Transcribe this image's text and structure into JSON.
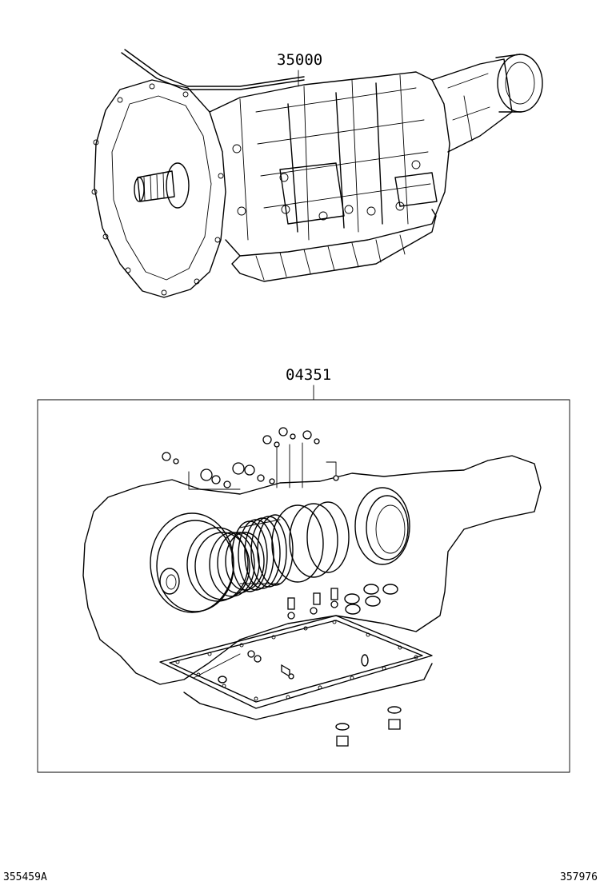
{
  "callouts": {
    "top_part_number": "35000",
    "kit_part_number": "04351"
  },
  "footer": {
    "left_code": "355459A",
    "right_code": "357976"
  }
}
